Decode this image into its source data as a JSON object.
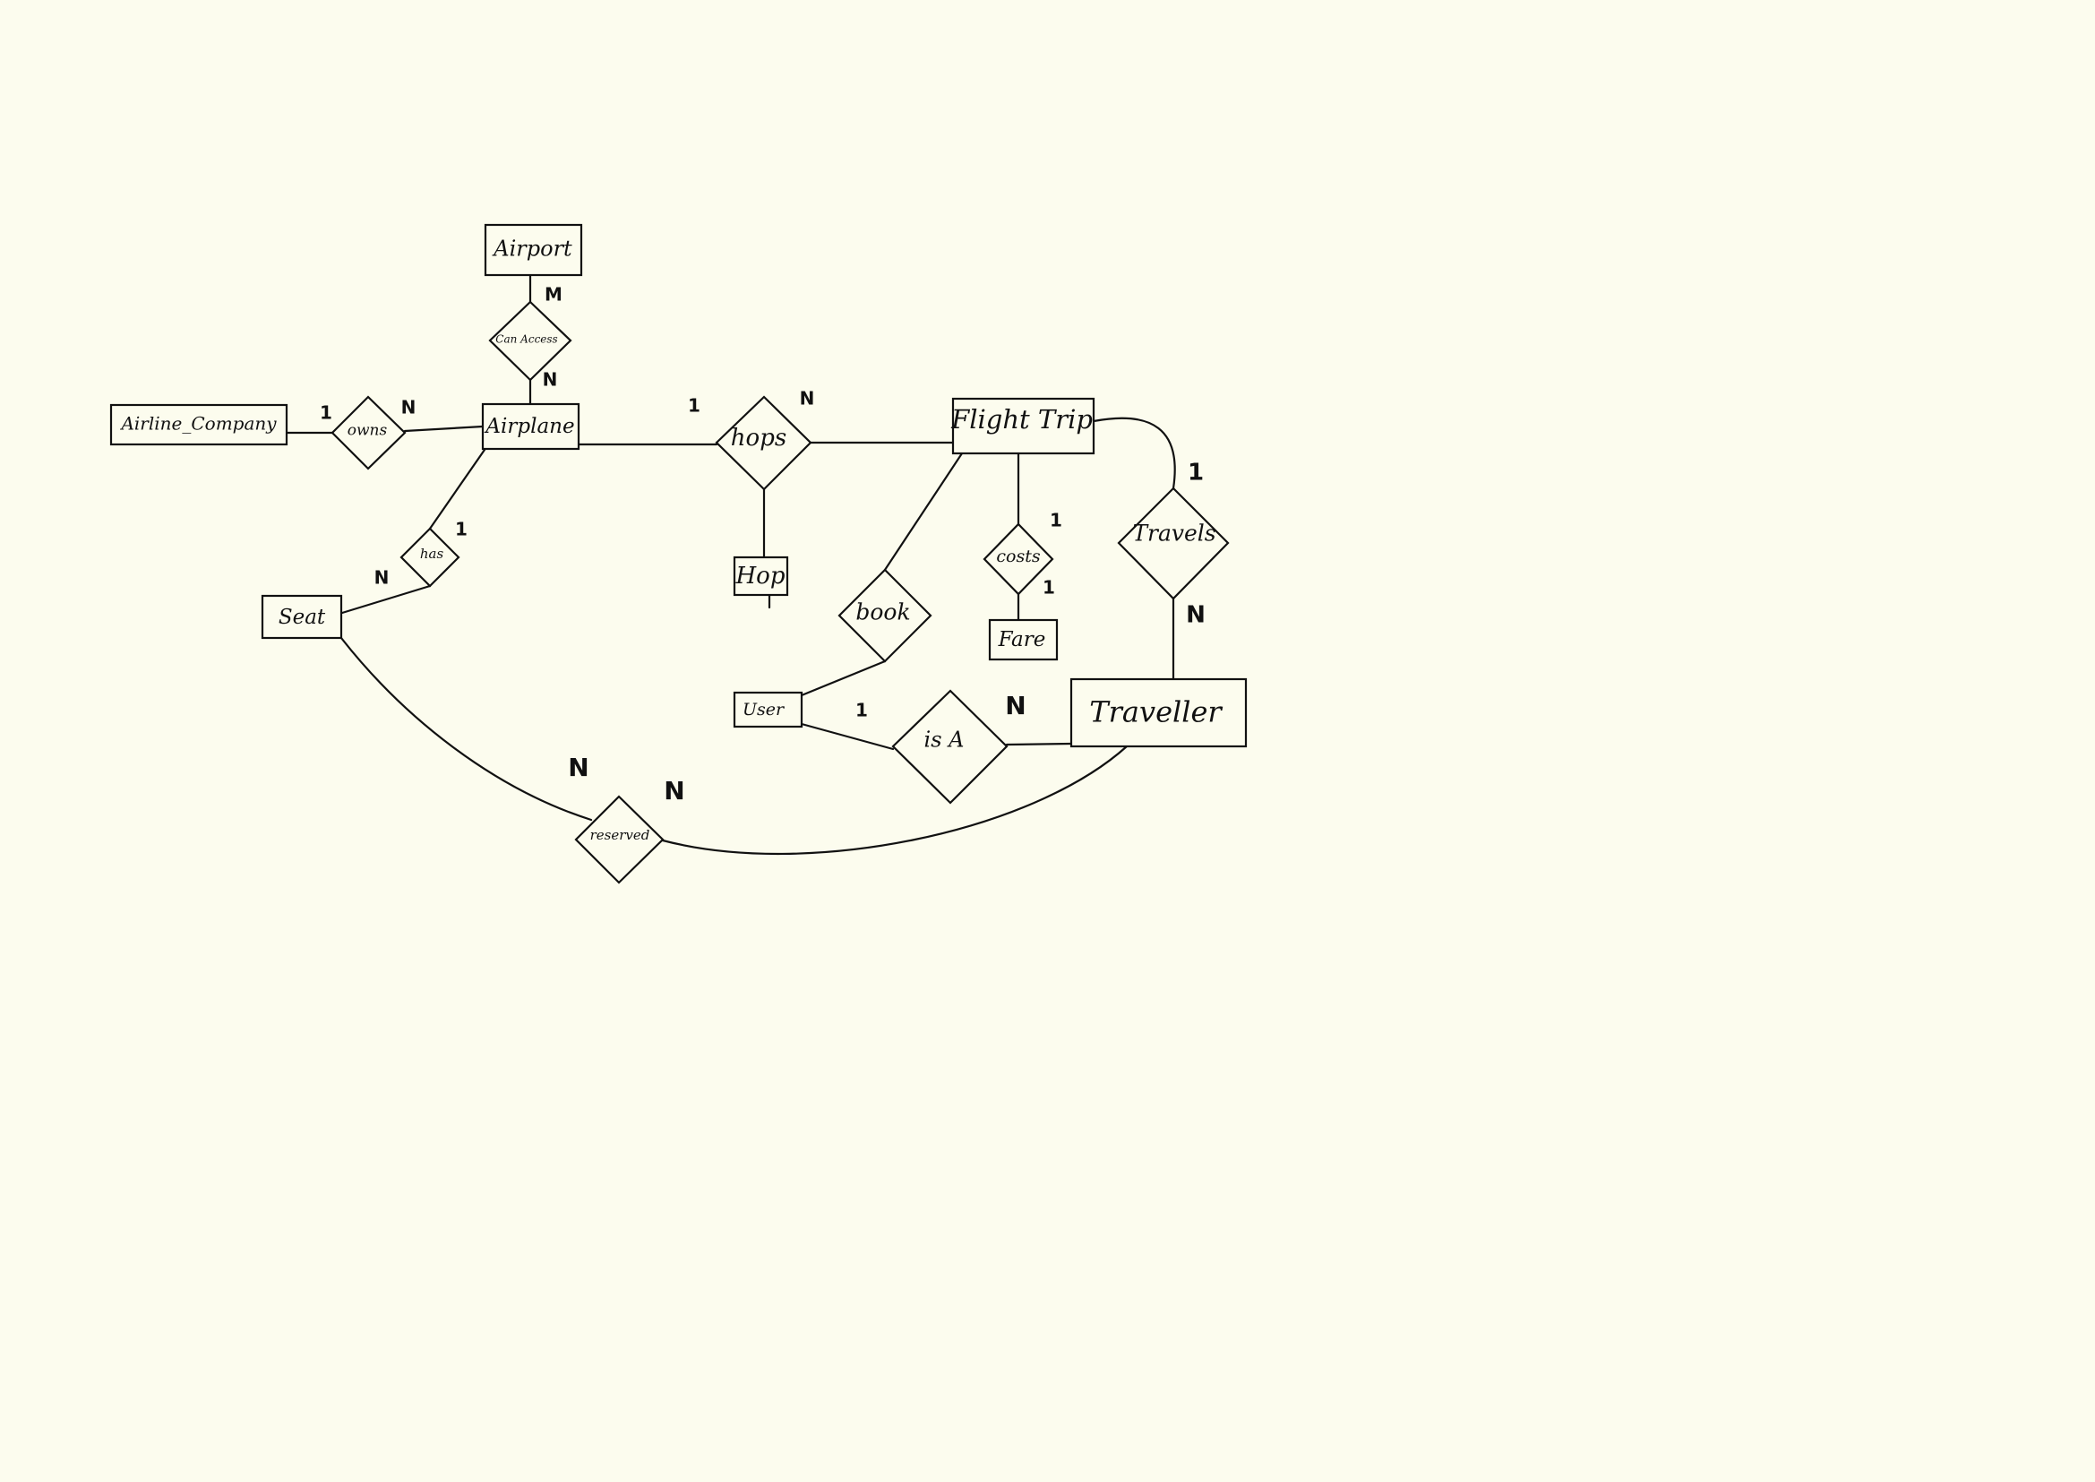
{
  "diagram": {
    "background": "#fcfcee",
    "ink": "#111111",
    "entities": {
      "airport": "Airport",
      "airline_company": "Airline_Company",
      "airplane": "Airplane",
      "flight_trip": "Flight Trip",
      "seat": "Seat",
      "hop": "Hop",
      "fare": "Fare",
      "user": "User",
      "traveller": "Traveller"
    },
    "relationships": {
      "can_access": "Can Access",
      "owns": "owns",
      "has": "has",
      "hops": "hops",
      "costs": "costs",
      "book": "book",
      "travels": "Travels",
      "is_a": "is A",
      "reserved": "reserved"
    },
    "cardinalities": {
      "can_access_airport": "M",
      "can_access_airplane": "N",
      "owns_company": "1",
      "owns_airplane": "N",
      "has_airplane": "1",
      "has_seat": "N",
      "hops_airplane": "1",
      "hops_flight_trip": "N",
      "costs_flight_trip": "1",
      "costs_fare": "1",
      "travels_flight_trip": "1",
      "travels_traveller": "N",
      "is_a_user": "1",
      "is_a_traveller": "N",
      "reserved_seat": "N",
      "reserved_traveller": "N"
    }
  }
}
